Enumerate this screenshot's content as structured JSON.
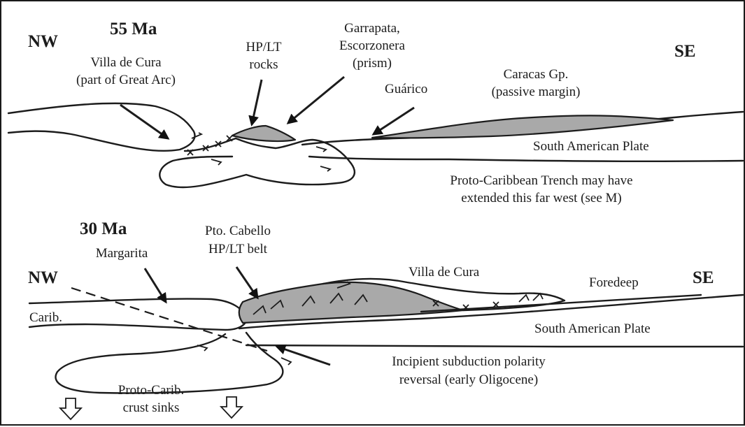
{
  "panel_55": {
    "age": "55 Ma",
    "nw": "NW",
    "se": "SE",
    "villa_line1": "Villa de Cura",
    "villa_line2": "(part of Great Arc)",
    "hplt_line1": "HP/LT",
    "hplt_line2": "rocks",
    "garr_line1": "Garrapata,",
    "garr_line2": "Escorzonera",
    "garr_line3": "(prism)",
    "guarico": "Guárico",
    "caracas_line1": "Caracas Gp.",
    "caracas_line2": "(passive margin)",
    "sam_plate": "South American Plate",
    "trench_line1": "Proto-Caribbean Trench may have",
    "trench_line2": "extended this far west (see M)"
  },
  "panel_30": {
    "age": "30 Ma",
    "nw": "NW",
    "se": "SE",
    "margarita": "Margarita",
    "cabello_line1": "Pto. Cabello",
    "cabello_line2": "HP/LT belt",
    "villa": "Villa de Cura",
    "foredeep": "Foredeep",
    "carib": "Carib.",
    "sam_plate": "South American Plate",
    "incipient_line1": "Incipient subduction polarity",
    "incipient_line2": "reversal (early Oligocene)",
    "crust_line1": "Proto-Carib.",
    "crust_line2": "crust sinks"
  },
  "colors": {
    "ink": "#1c1c1c",
    "shade": "#a9a9a9",
    "background": "#ffffff"
  }
}
